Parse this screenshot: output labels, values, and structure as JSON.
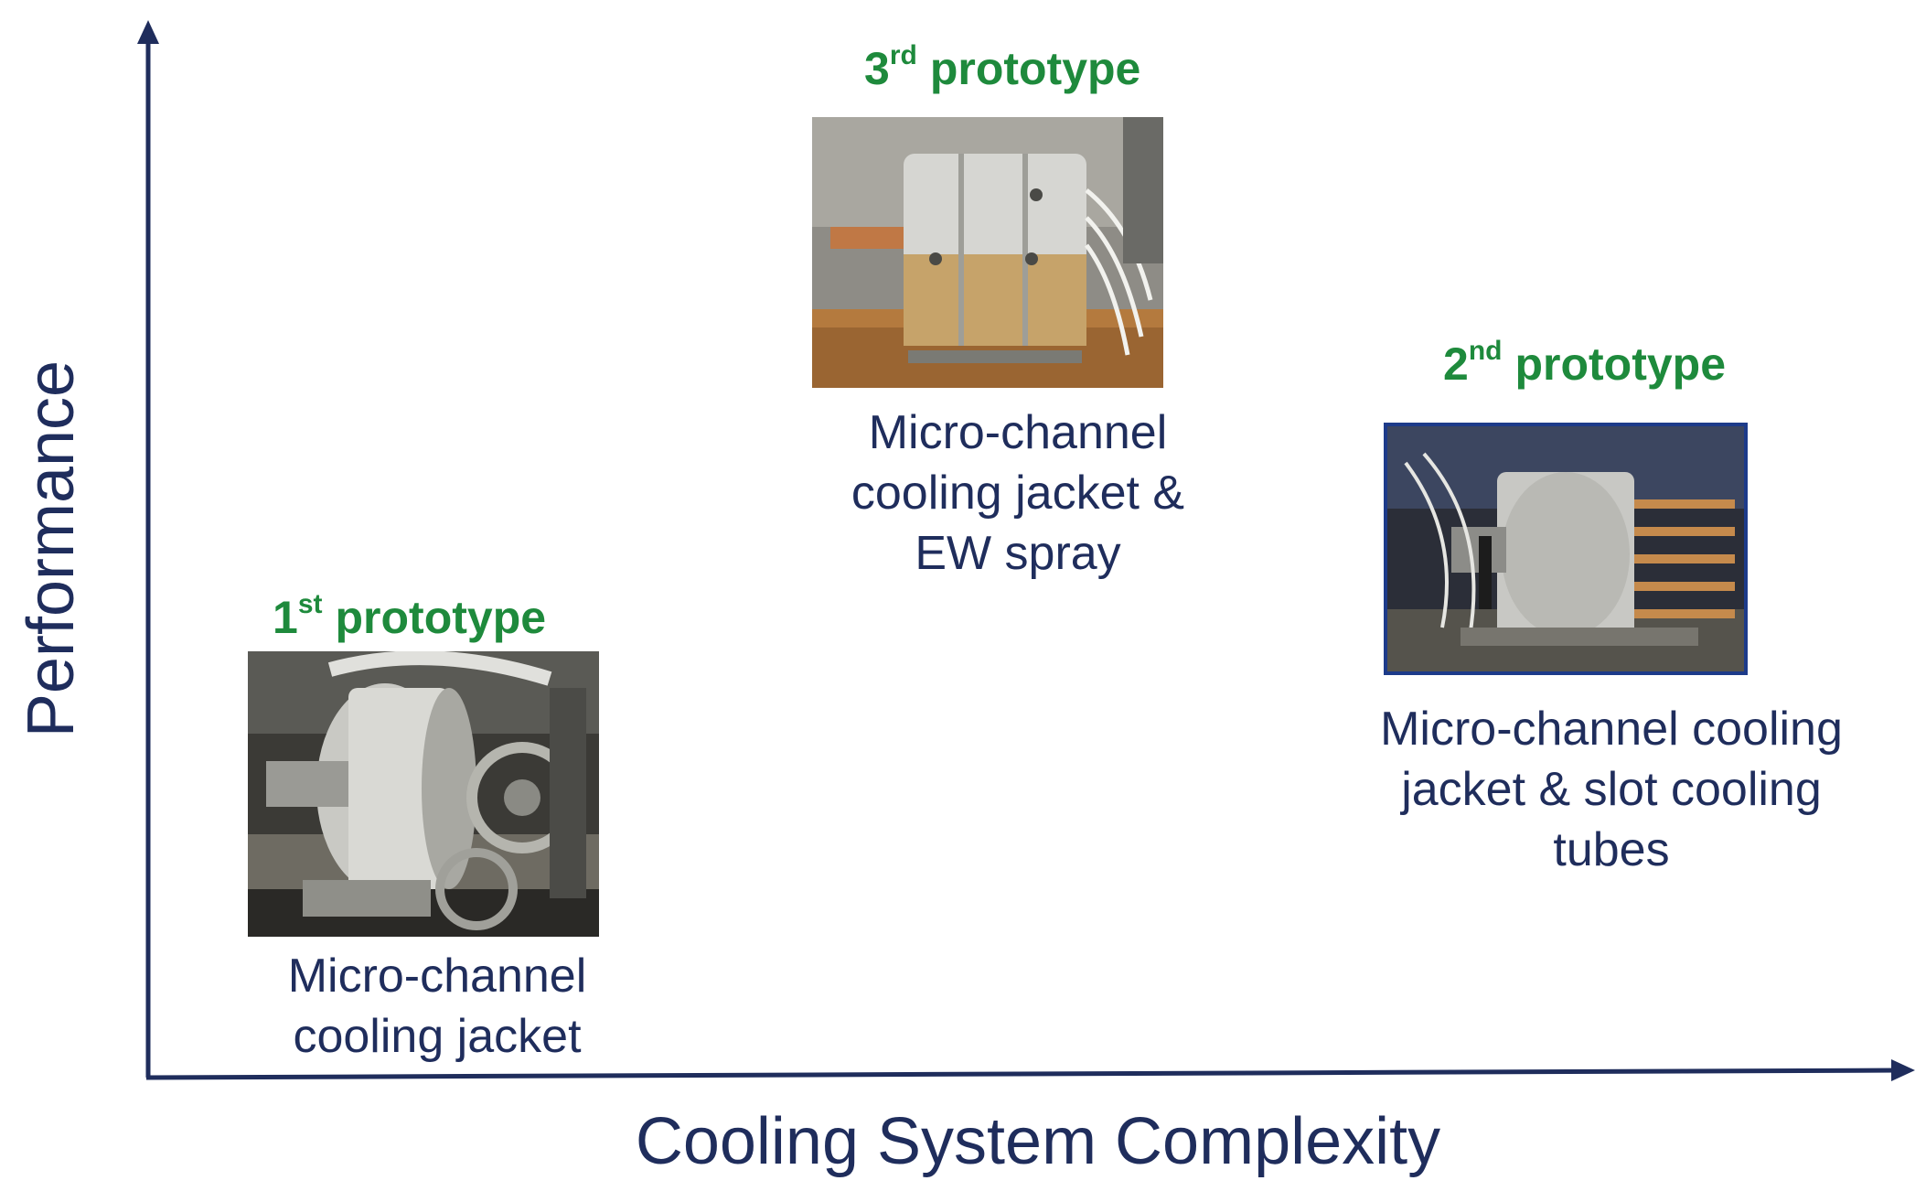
{
  "axes": {
    "y_label": "Performance",
    "x_label": "Cooling System Complexity",
    "axis_color": "#1f2d5c"
  },
  "colors": {
    "title_green": "#1e8a3c",
    "text_navy": "#1f2d5c"
  },
  "prototypes": [
    {
      "ordinal": "1",
      "suffix": "st",
      "word": "prototype",
      "description_lines": [
        "Micro-channel",
        "cooling jacket"
      ],
      "photo_icon": "motor-prototype-photo"
    },
    {
      "ordinal": "2",
      "suffix": "nd",
      "word": "prototype",
      "description_lines": [
        "Micro-channel cooling",
        "jacket & slot cooling",
        "tubes"
      ],
      "photo_icon": "motor-prototype-photo"
    },
    {
      "ordinal": "3",
      "suffix": "rd",
      "word": "prototype",
      "description_lines": [
        "Micro-channel",
        "cooling jacket &",
        "EW spray"
      ],
      "photo_icon": "motor-prototype-photo"
    }
  ]
}
